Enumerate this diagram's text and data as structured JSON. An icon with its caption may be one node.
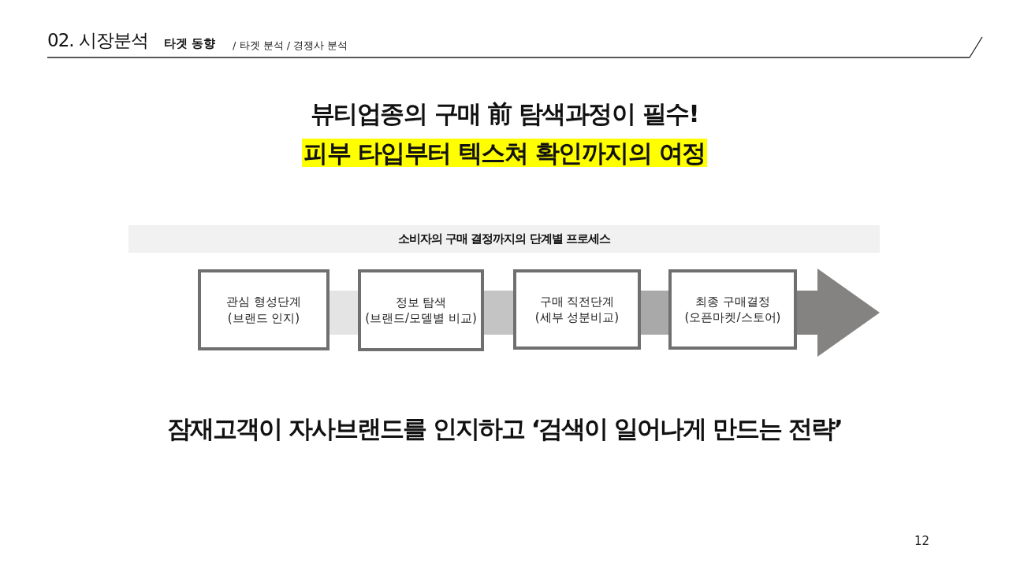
{
  "diagram": {
    "title": "뷰티업종의 구매 前 탐색과정이 필수!",
    "nodes": [
      {
        "text": [
          "소비자의 구매 결정까지의 단계별 프로세스"
        ]
      },
      {
        "text": [
          "관심 형성단계",
          "(브랜드 인지)"
        ]
      },
      {
        "text": [
          "정보 탐색",
          "(브랜드/모델별 비교)"
        ]
      },
      {
        "text": [
          "구매 직전단계",
          "(세부 성분비교)"
        ]
      },
      {
        "text": [
          "최종 구매결정",
          "(오픈마켓/스토어)"
        ]
      }
    ],
    "edges": [
      {
        "from": 1,
        "to": 2,
        "arrow": "none",
        "style": "thick",
        "color": "#e4e4e4"
      },
      {
        "from": 2,
        "to": 3,
        "arrow": "none",
        "style": "thick",
        "color": "#c4c4c4"
      },
      {
        "from": 3,
        "to": 4,
        "arrow": "none",
        "style": "thick",
        "color": "#a9a9a9"
      },
      {
        "from": 4,
        "to": null,
        "arrow": "to",
        "style": "thick",
        "color": "#858382"
      }
    ],
    "labels": [
      "02. 시장분석",
      "타겟 동향",
      "/ 타겟 분석 / 경쟁사 분석",
      "피부 타입부터 텍스쳐 확인까지의 여정",
      "잠재고객이 자사브랜드를 인지하고 ‘검색이 일어나게 만드는 전략’",
      "12"
    ]
  }
}
